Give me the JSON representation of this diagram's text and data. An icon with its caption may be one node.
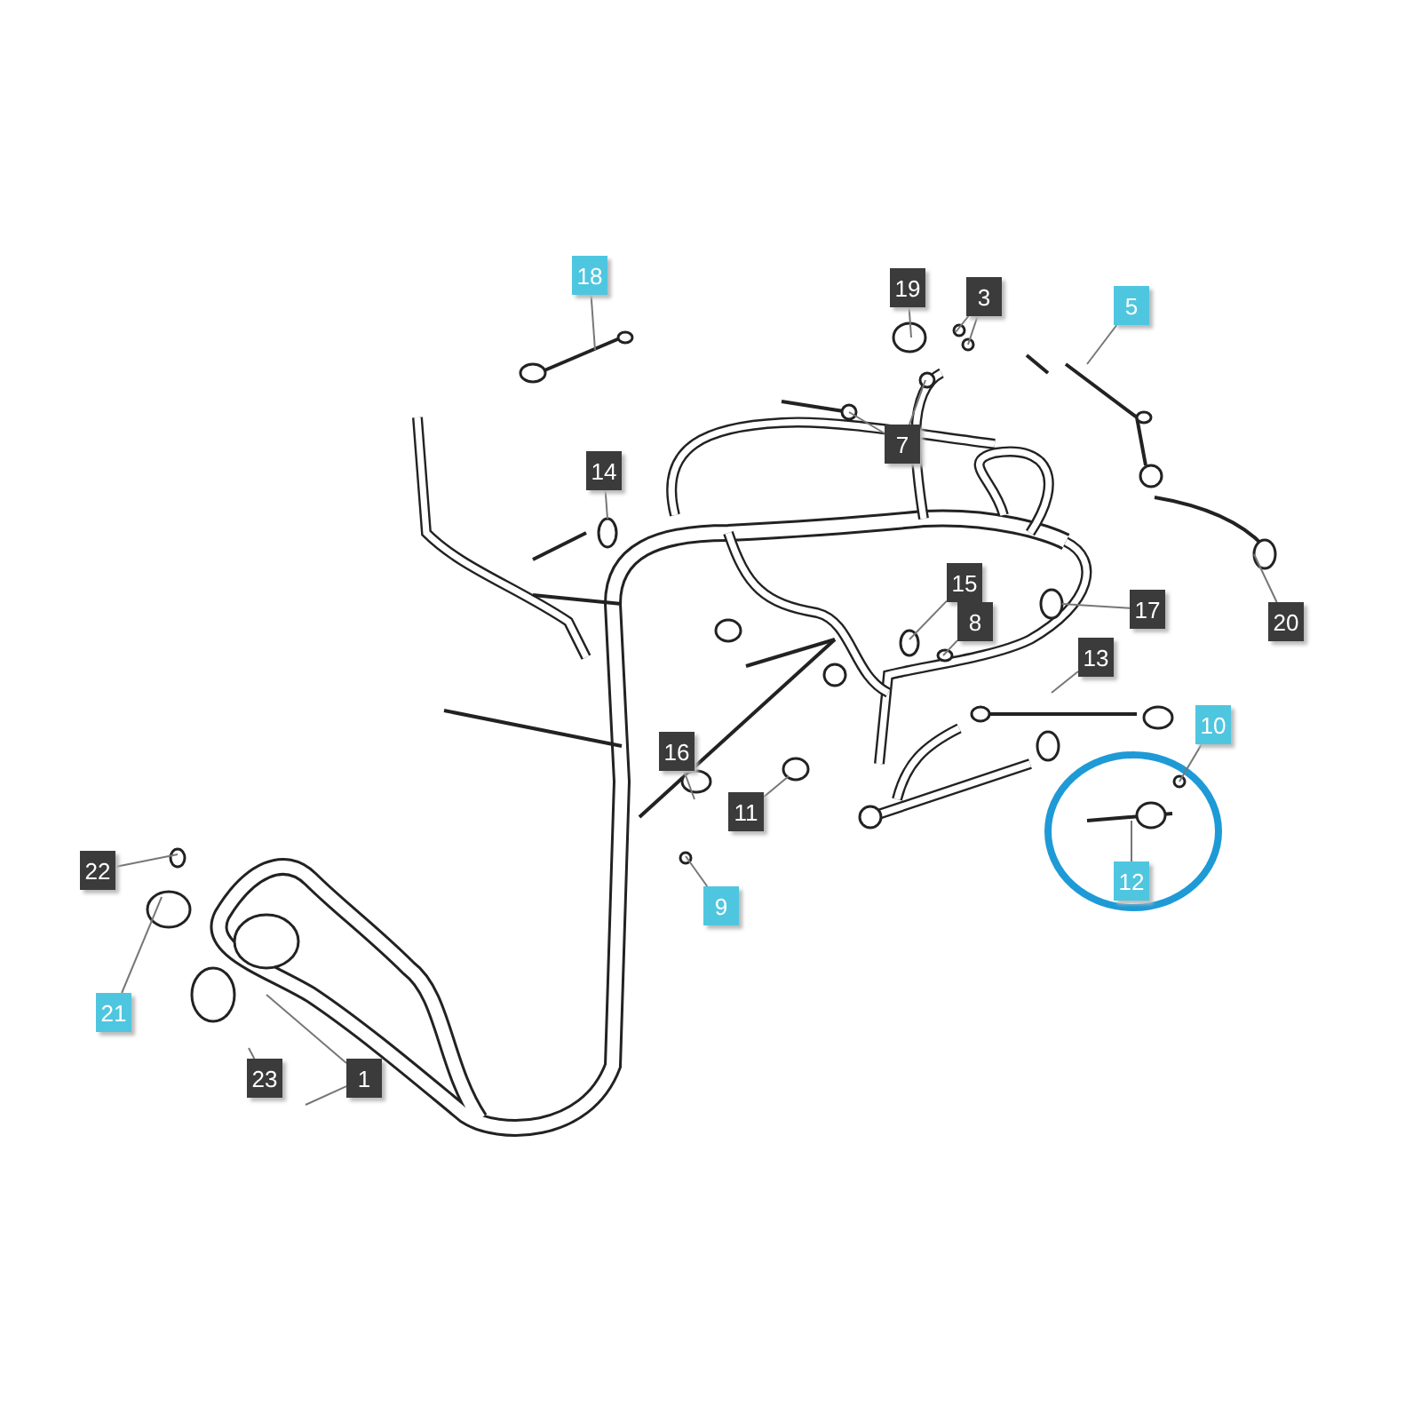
{
  "diagram": {
    "nodes": [
      {
        "text": [
          "18"
        ]
      },
      {
        "text": [
          "19"
        ]
      },
      {
        "text": [
          "3"
        ]
      },
      {
        "text": [
          "5"
        ]
      },
      {
        "text": [
          "7"
        ]
      },
      {
        "text": [
          "14"
        ]
      },
      {
        "text": [
          "15"
        ]
      },
      {
        "text": [
          "8"
        ]
      },
      {
        "text": [
          "17"
        ]
      },
      {
        "text": [
          "20"
        ]
      },
      {
        "text": [
          "13"
        ]
      },
      {
        "text": [
          "10"
        ]
      },
      {
        "text": [
          "16"
        ]
      },
      {
        "text": [
          "11"
        ]
      },
      {
        "text": [
          "22"
        ]
      },
      {
        "text": [
          "9"
        ]
      },
      {
        "text": [
          "21"
        ]
      },
      {
        "text": [
          "12"
        ]
      },
      {
        "text": [
          "23"
        ]
      },
      {
        "text": [
          "1"
        ]
      }
    ],
    "edges": [
      {
        "from": 0,
        "to": null,
        "arrow": "none"
      },
      {
        "from": 1,
        "to": null,
        "arrow": "none"
      },
      {
        "from": 2,
        "to": null,
        "arrow": "none"
      },
      {
        "from": 2,
        "to": null,
        "arrow": "none"
      },
      {
        "from": 3,
        "to": null,
        "arrow": "none"
      },
      {
        "from": 4,
        "to": null,
        "arrow": "none"
      },
      {
        "from": 4,
        "to": null,
        "arrow": "none"
      },
      {
        "from": 5,
        "to": null,
        "arrow": "none"
      },
      {
        "from": 6,
        "to": null,
        "arrow": "none"
      },
      {
        "from": 7,
        "to": null,
        "arrow": "none"
      },
      {
        "from": 8,
        "to": null,
        "arrow": "none"
      },
      {
        "from": 9,
        "to": null,
        "arrow": "none"
      },
      {
        "from": 10,
        "to": null,
        "arrow": "none"
      },
      {
        "from": 11,
        "to": null,
        "arrow": "none"
      },
      {
        "from": 12,
        "to": null,
        "arrow": "none"
      },
      {
        "from": 13,
        "to": null,
        "arrow": "none"
      },
      {
        "from": 14,
        "to": null,
        "arrow": "none"
      },
      {
        "from": 15,
        "to": null,
        "arrow": "none"
      },
      {
        "from": 16,
        "to": null,
        "arrow": "none"
      },
      {
        "from": 17,
        "to": null,
        "arrow": "none"
      },
      {
        "from": 18,
        "to": null,
        "arrow": "none"
      },
      {
        "from": 19,
        "to": null,
        "arrow": "none"
      },
      {
        "from": 19,
        "to": null,
        "arrow": "none"
      }
    ]
  }
}
